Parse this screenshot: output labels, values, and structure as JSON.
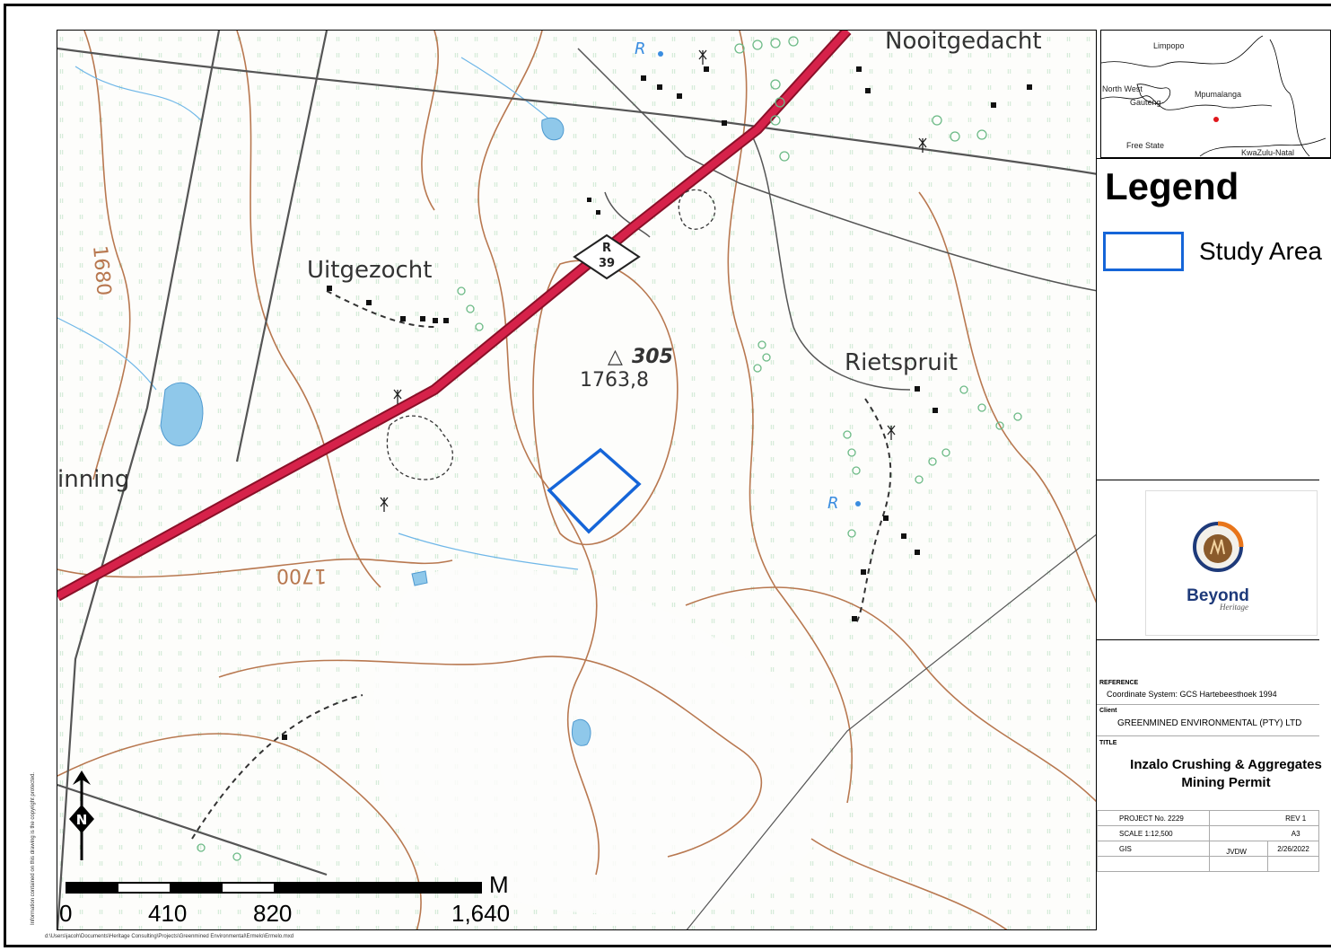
{
  "map": {
    "place_labels": [
      "Nooitgedacht",
      "Uitgezocht",
      "Rietspruit",
      "inning"
    ],
    "contour_labels": [
      "1680",
      "1700"
    ],
    "trig_beacon": "305",
    "spot_height": "1763,8",
    "route_label": "R",
    "route_number": "39",
    "reservoir_label": "R",
    "colors": {
      "road": "#d6224a",
      "study_area": "#1565d8",
      "contour": "#b87850",
      "water": "#6fb7e8",
      "vegetation": "#7cc29a"
    }
  },
  "inset": {
    "labels": [
      "Limpopo",
      "North West",
      "Gauteng",
      "Mpumalanga",
      "Free State",
      "KwaZulu-Natal"
    ],
    "marker_color": "#e0161b"
  },
  "legend": {
    "title": "Legend",
    "items": [
      {
        "label": "Study Area",
        "color": "#1565d8"
      }
    ]
  },
  "logo": {
    "name": "Beyond",
    "sub": "Heritage"
  },
  "reference": {
    "heading": "REFERENCE",
    "coordinate_system": "Coordinate System: GCS Hartebeesthoek 1994",
    "client_heading": "Client",
    "client": "GREENMINED ENVIRONMENTAL (PTY) LTD",
    "title_heading": "TITLE",
    "title_line1": "Inzalo Crushing & Aggregates",
    "title_line2": "Mining Permit"
  },
  "table": {
    "project_no": "PROJECT No. 2229",
    "rev": "REV 1",
    "scale": "SCALE  1:12,500",
    "size": "A3",
    "gis": "GIS",
    "gis_name": "JVDW",
    "date": "2/26/2022"
  },
  "scalebar": {
    "labels": [
      "0",
      "410",
      "820",
      "1,640"
    ],
    "unit": "M"
  },
  "north_arrow": "N",
  "side_note": "Information contained on this drawing is the copyright protected.",
  "file_path": "d:\\Users\\jacoh\\Documents\\Heritage Consulting\\Projects\\Greenmined Environmental\\Ermelo\\Ermelo.mxd"
}
